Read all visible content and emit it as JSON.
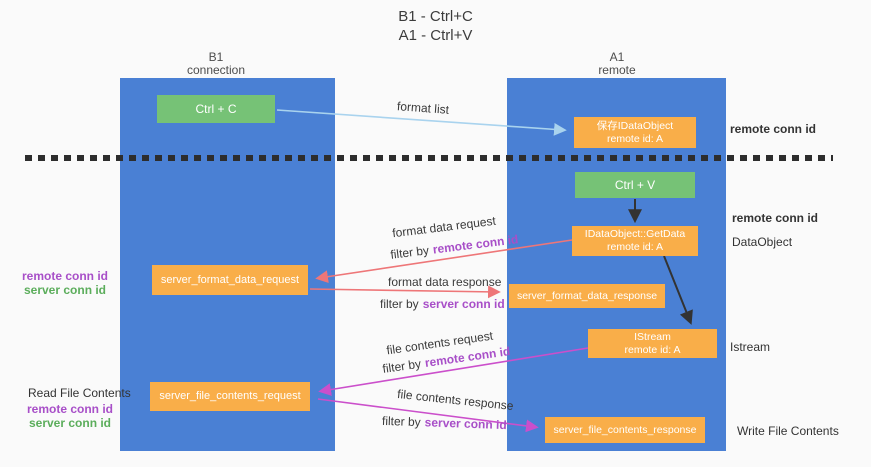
{
  "title": {
    "line1": "B1 - Ctrl+C",
    "line2": "A1 - Ctrl+V"
  },
  "lanes": {
    "left": {
      "name": "B1",
      "role": "connection"
    },
    "right": {
      "name": "A1",
      "role": "remote"
    }
  },
  "nodes": {
    "ctrl_c": {
      "label": "Ctrl + C"
    },
    "ctrl_v": {
      "label": "Ctrl + V"
    },
    "save_dataobject": {
      "line1": "保存IDataObject",
      "line2": "remote id: A"
    },
    "getdata": {
      "line1": "IDataObject::GetData",
      "line2": "remote id: A"
    },
    "server_format_data_request": {
      "label": "server_format_data_request"
    },
    "server_format_data_response": {
      "label": "server_format_data_response"
    },
    "istream": {
      "line1": "IStream",
      "line2": "remote id: A"
    },
    "server_file_contents_request": {
      "label": "server_file_contents_request"
    },
    "server_file_contents_response": {
      "label": "server_file_contents_response"
    }
  },
  "flow_labels": {
    "format_list": "format list",
    "format_data_request": "format data request",
    "format_data_response": "format data response",
    "file_contents_request": "file contents request",
    "file_contents_response": "file contents response",
    "filter_prefix": "filter by",
    "remote_conn_id": "remote conn id",
    "server_conn_id": "server conn id"
  },
  "side_labels": {
    "remote_conn_id": "remote conn id",
    "server_conn_id": "server conn id",
    "dataobject": "DataObject",
    "istream": "Istream",
    "read_file_contents": "Read File Contents",
    "write_file_contents": "Write File Contents"
  },
  "colors": {
    "lane_blue": "#4a80d4",
    "node_green": "#76c276",
    "node_orange": "#f9ae49",
    "purple_text": "#a84fc8",
    "green_text": "#5bad5b",
    "arrow_blue": "#a9d3ee",
    "arrow_salmon": "#ee7678",
    "arrow_magenta": "#cb4fcb",
    "arrow_black": "#333333",
    "background": "#fafafa"
  }
}
